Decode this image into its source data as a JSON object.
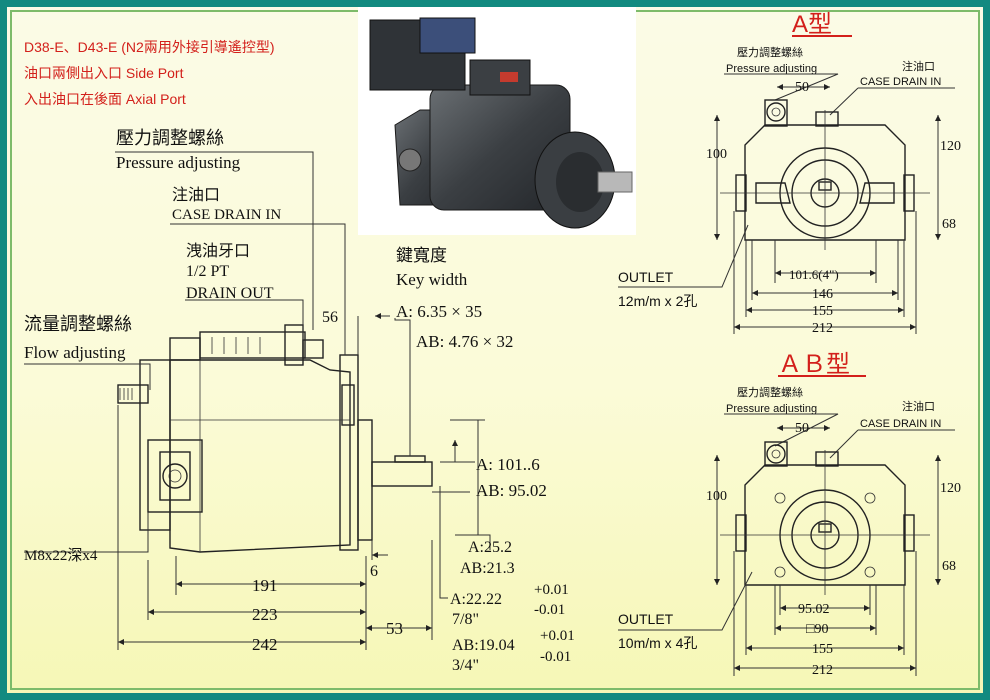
{
  "header": {
    "line1": "D38-E、D43-E (N2兩用外接引導遙控型)",
    "line2": "油口兩側出入口 Side Port",
    "line3": "入出油口在後面 Axial Port"
  },
  "side_view": {
    "pressure_zh": "壓力調整螺絲",
    "pressure_en": "Pressure adjusting",
    "drain_zh": "注油口",
    "drain_en": "CASE DRAIN IN",
    "out_zh": "洩油牙口",
    "out_pt": "1/2 PT",
    "out_en": "DRAIN OUT",
    "key_zh": "鍵寬度",
    "key_en": "Key  width",
    "key_a": "A: 6.35 × 35",
    "key_ab": "AB: 4.76 × 32",
    "flow_zh": "流量調整螺絲",
    "flow_en": "Flow adjusting",
    "dim_56": "56",
    "shaft_a": "A: 101..6",
    "shaft_ab": "AB: 95.02",
    "key_h_a": "A:25.2",
    "key_h_ab": "AB:21.3",
    "dia_a": "A:22.22",
    "dia_a_tol_up": "+0.01",
    "dia_a_tol_dn": "-0.01",
    "dia_a_in": "7/8\"",
    "dia_ab": "AB:19.04",
    "dia_ab_tol_up": "+0.01",
    "dia_ab_tol_dn": "-0.01",
    "dia_ab_in": "3/4\"",
    "bolt": "M8x22深x4",
    "dim_6": "6",
    "dim_191": "191",
    "dim_223": "223",
    "dim_242": "242",
    "dim_53": "53"
  },
  "view_a": {
    "title": "A型",
    "pressure_zh": "壓力調整螺絲",
    "pressure_en": "Pressure adjusting",
    "drain_zh": "注油口",
    "drain_en": "CASE DRAIN IN",
    "dim_50": "50",
    "dim_100": "100",
    "dim_120": "120",
    "dim_68": "68",
    "dim_101": "101.6(4\")",
    "dim_146": "146",
    "dim_155": "155",
    "dim_212": "212",
    "outlet": "OUTLET",
    "outlet_spec": "12m/m x 2孔"
  },
  "view_ab": {
    "title": "ＡＢ型",
    "pressure_zh": "壓力調整螺絲",
    "pressure_en": "Pressure adjusting",
    "drain_zh": "注油口",
    "drain_en": "CASE DRAIN IN",
    "dim_50": "50",
    "dim_100": "100",
    "dim_120": "120",
    "dim_68": "68",
    "dim_95": "95.02",
    "dim_90": "□90",
    "dim_155": "155",
    "dim_212": "212",
    "outlet": "OUTLET",
    "outlet_spec": "10m/m x 4孔"
  }
}
